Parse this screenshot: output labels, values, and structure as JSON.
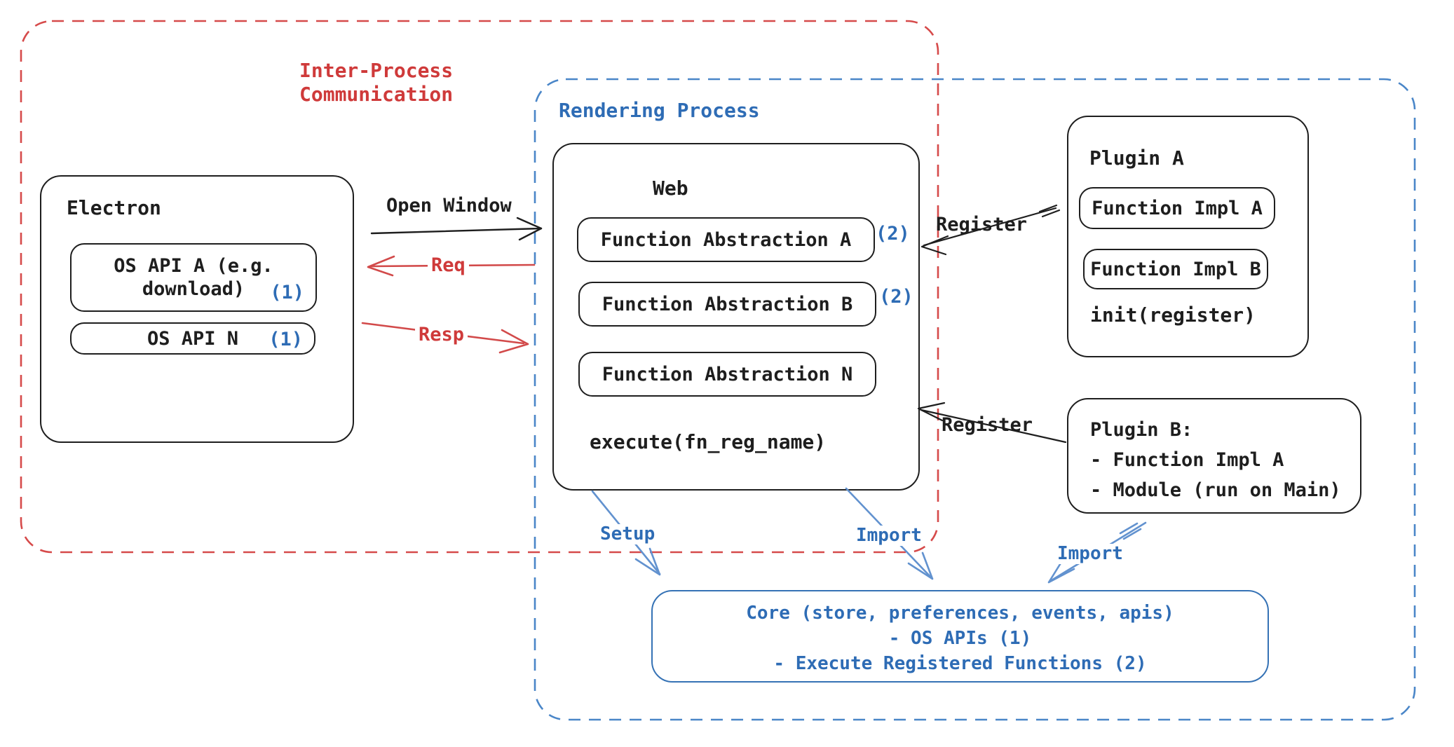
{
  "colors": {
    "black": "#1e1e1e",
    "red_text": "#cf3a3a",
    "red_dash": "#d64a4a",
    "blue_text": "#2e6cb5",
    "blue_dash": "#4a86c8",
    "blue_arrow": "#6292cf",
    "core_border": "#3572b5"
  },
  "groups": {
    "ipc": {
      "label": "Inter-Process\nCommunication"
    },
    "rendering": {
      "label": "Rendering Process"
    }
  },
  "electron": {
    "title": "Electron",
    "api_a": {
      "label": "OS API A (e.g.\ndownload)",
      "tag": "(1)"
    },
    "api_n": {
      "label": "OS API N",
      "tag": "(1)"
    }
  },
  "web": {
    "title": "Web",
    "abstractions": [
      {
        "label": "Function Abstraction A",
        "tag": "(2)"
      },
      {
        "label": "Function Abstraction B",
        "tag": "(2)"
      },
      {
        "label": "Function Abstraction N",
        "tag": ""
      }
    ],
    "execute": "execute(fn_reg_name)"
  },
  "plugin_a": {
    "title": "Plugin A",
    "impl_a": "Function Impl A",
    "impl_b": "Function Impl B",
    "init": "init(register)"
  },
  "plugin_b": {
    "text": "Plugin B:\n- Function Impl A\n- Module (run on Main)"
  },
  "core": {
    "text": "Core (store, preferences, events, apis)\n- OS APIs (1)\n- Execute Registered Functions (2)"
  },
  "arrows": {
    "open_window": "Open Window",
    "req": "Req",
    "resp": "Resp",
    "register_top": "Register",
    "register_bottom": "Register",
    "setup": "Setup",
    "import_web": "Import",
    "import_plugin": "Import"
  }
}
